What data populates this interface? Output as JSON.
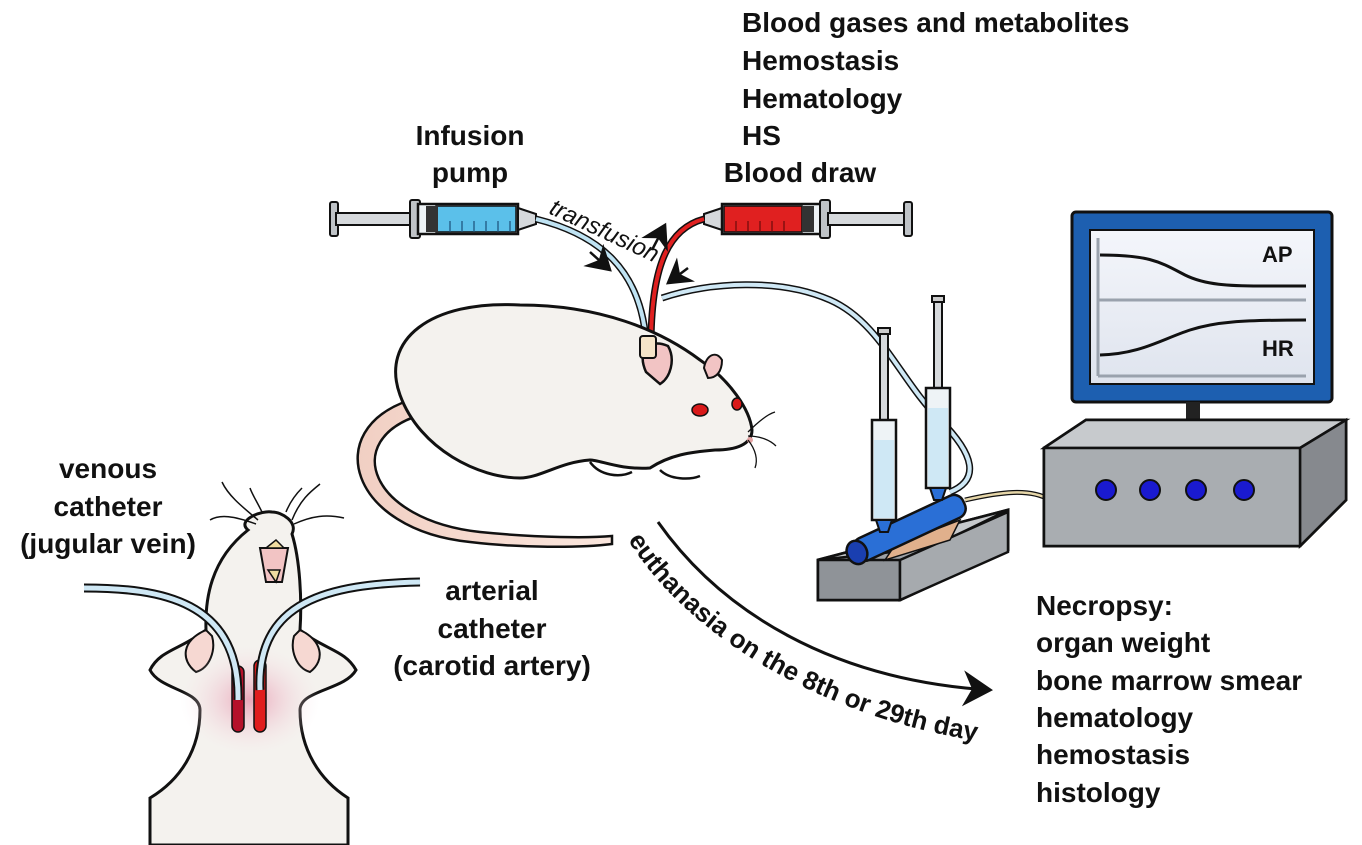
{
  "labels": {
    "analysis_list": [
      "Blood gases and metabolites",
      "Hemostasis",
      "Hematology",
      "HS"
    ],
    "infusion_pump": [
      "Infusion",
      "pump"
    ],
    "blood_draw": "Blood draw",
    "transfusion": "transfusion",
    "venous_catheter": [
      "venous",
      "catheter",
      "(jugular vein)"
    ],
    "arterial_catheter": [
      "arterial",
      "catheter",
      "(carotid artery)"
    ],
    "euthanasia": "euthanasia on the 8th or 29th day",
    "necropsy": [
      "Necropsy:",
      "organ weight",
      "bone marrow smear",
      "hematology",
      "hemostasis",
      "histology"
    ],
    "monitor_traces": [
      "AP",
      "HR"
    ]
  },
  "colors": {
    "infusion_fluid": "#5bc0ea",
    "blood": "#e02020",
    "catheter": "#cfe8f5",
    "monitor_screen": "#1d5fb0",
    "device_body": "#9da1a6",
    "knob": "#1a1ad0",
    "rat_body": "#f4f2ee",
    "tail": "#f7d9cf"
  },
  "icons": {
    "infusion_syringe": "syringe-icon",
    "blood_draw_syringe": "syringe-icon",
    "monitor": "monitor-icon",
    "pressure_transducer": "transducer-icon",
    "rat": "rat-icon",
    "rat_ventral": "rat-ventral-icon"
  }
}
